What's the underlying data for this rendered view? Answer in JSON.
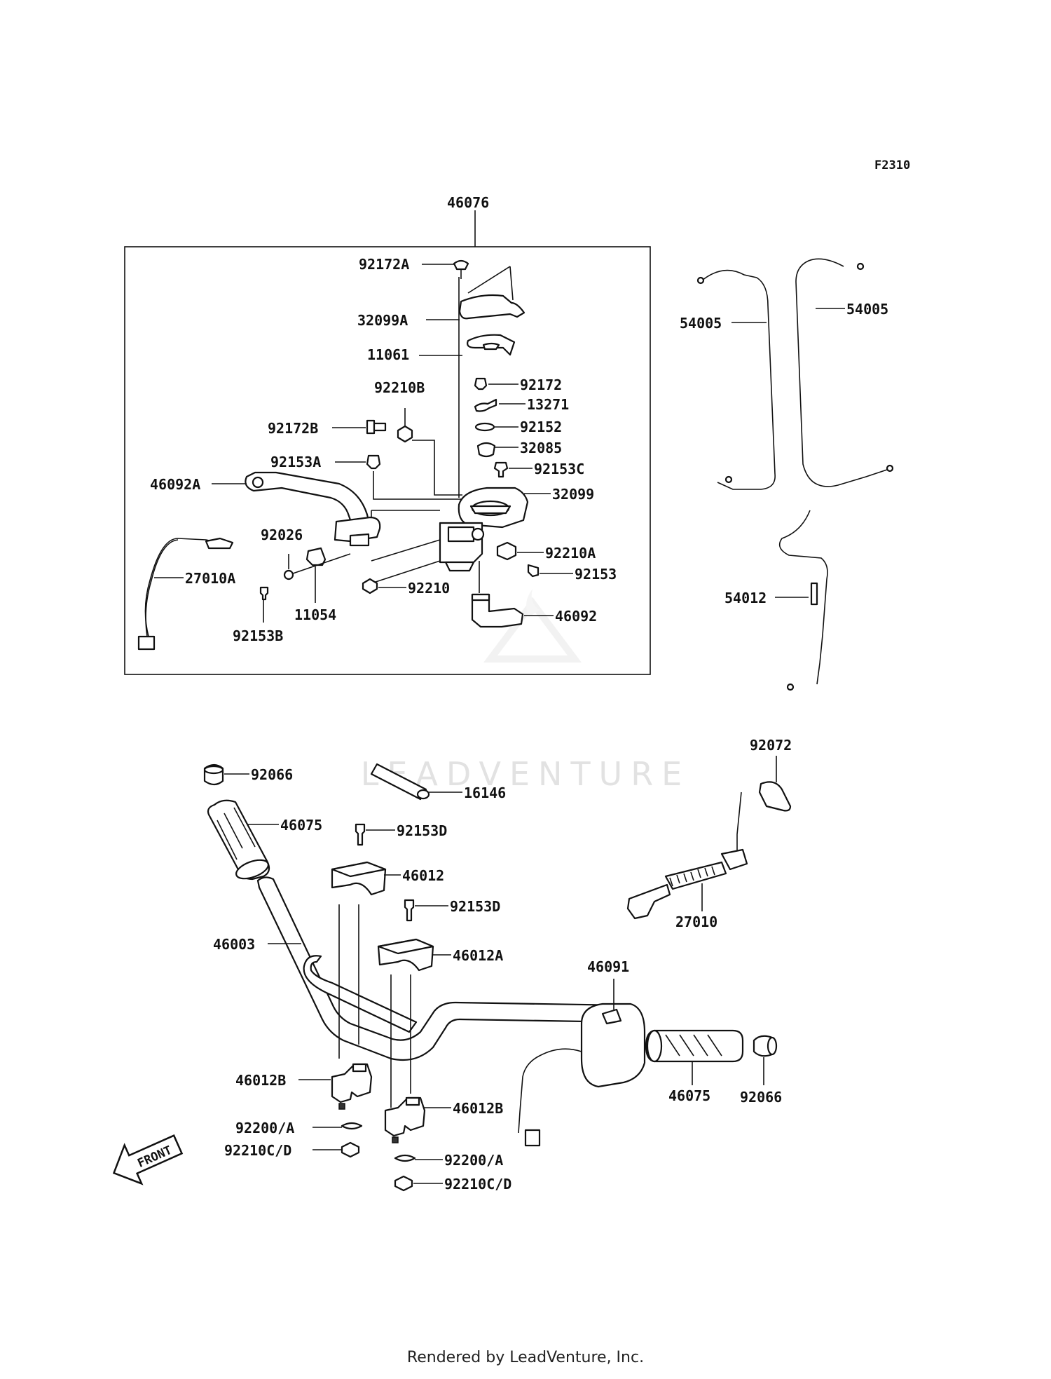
{
  "diagram_code": "F2310",
  "footer": "Rendered by LeadVenture, Inc.",
  "watermark": "LEADVENTURE",
  "front_label": "FRONT",
  "colors": {
    "line": "#111111",
    "watermark": "#e2e2e2"
  },
  "labels": {
    "p46076": "46076",
    "p92172A": "92172A",
    "p32099A": "32099A",
    "p11061": "11061",
    "p92210B": "92210B",
    "p92172": "92172",
    "p13271": "13271",
    "p92172B": "92172B",
    "p92152": "92152",
    "p32085": "32085",
    "p92153A": "92153A",
    "p92153C": "92153C",
    "p46092A": "46092A",
    "p32099": "32099",
    "p92026": "92026",
    "p92210A": "92210A",
    "p27010A": "27010A",
    "p92153": "92153",
    "p92210": "92210",
    "p11054": "11054",
    "p46092": "46092",
    "p92153B": "92153B",
    "p54005_left": "54005",
    "p54005_right": "54005",
    "p54012": "54012",
    "p92072": "92072",
    "p92066_left": "92066",
    "p16146": "16146",
    "p46075_left": "46075",
    "p92153D_top": "92153D",
    "p46012": "46012",
    "p92153D_mid": "92153D",
    "p27010": "27010",
    "p46003": "46003",
    "p46012A": "46012A",
    "p46091": "46091",
    "p46012B_left": "46012B",
    "p46012B_right": "46012B",
    "p46075_right": "46075",
    "p92066_right": "92066",
    "p92200A_left": "92200/A",
    "p92210CD_left": "92210C/D",
    "p92200A_right": "92200/A",
    "p92210CD_right": "92210C/D"
  }
}
